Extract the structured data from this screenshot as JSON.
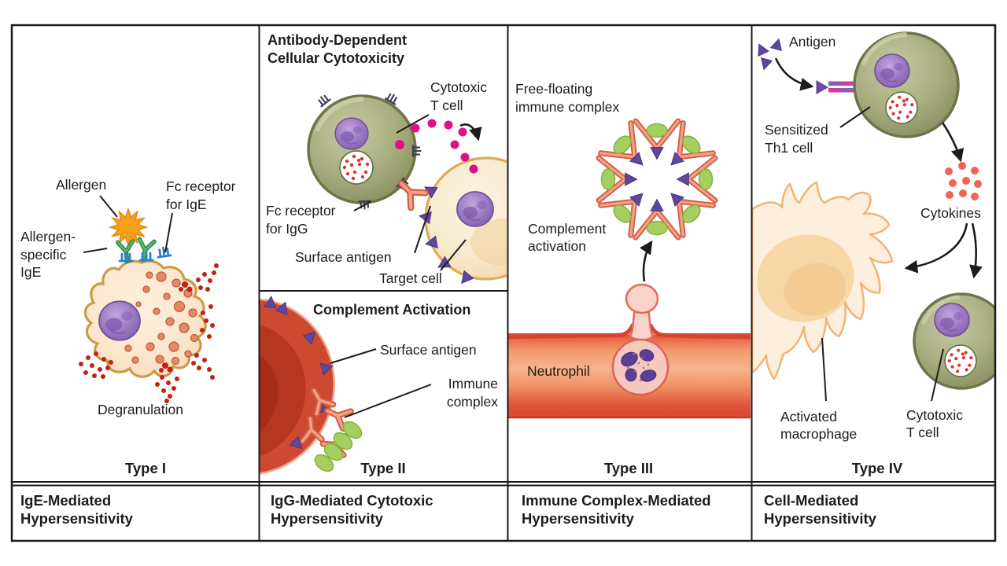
{
  "panel1": {
    "labels": {
      "allergen": "Allergen",
      "fc_receptor_line1": "Fc receptor",
      "fc_receptor_line2": "for IgE",
      "allergen_specific_line1": "Allergen-",
      "allergen_specific_line2": "specific",
      "allergen_specific_line3": "IgE",
      "degranulation": "Degranulation"
    },
    "type_label": "Type I",
    "footer_line1": "IgE-Mediated",
    "footer_line2": "Hypersensitivity"
  },
  "panel2": {
    "heading_line1": "Antibody-Dependent",
    "heading_line2": "Cellular Cytotoxicity",
    "subheading": "Complement Activation",
    "labels": {
      "cytotoxic_t_line1": "Cytotoxic",
      "cytotoxic_t_line2": "T cell",
      "fc_receptor_line1": "Fc receptor",
      "fc_receptor_line2": "for IgG",
      "surface_antigen_top": "Surface antigen",
      "target_cell": "Target cell",
      "surface_antigen_bottom": "Surface antigen",
      "immune_complex_line1": "Immune",
      "immune_complex_line2": "complex"
    },
    "type_label": "Type II",
    "footer_line1": "IgG-Mediated Cytotoxic",
    "footer_line2": "Hypersensitivity"
  },
  "panel3": {
    "labels": {
      "free_floating_line1": "Free-floating",
      "free_floating_line2": "immune complex",
      "complement_line1": "Complement",
      "complement_line2": "activation",
      "neutrophil": "Neutrophil"
    },
    "type_label": "Type III",
    "footer_line1": "Immune Complex-Mediated",
    "footer_line2": "Hypersensitivity"
  },
  "panel4": {
    "labels": {
      "antigen": "Antigen",
      "sensitized_line1": "Sensitized",
      "sensitized_line2": "Th1 cell",
      "cytokines": "Cytokines",
      "activated_line1": "Activated",
      "activated_line2": "macrophage",
      "cytotoxic_t_line1": "Cytotoxic",
      "cytotoxic_t_line2": "T cell"
    },
    "type_label": "Type IV",
    "footer_line1": "Cell-Mediated",
    "footer_line2": "Hypersensitivity"
  },
  "colors": {
    "text": "#1e1b1c",
    "border": "#1a1a1a",
    "t_cell_green": "#a9ae81",
    "t_cell_green_edge": "#6f7448",
    "nucleus_purple": "#9878bf",
    "antibody_salmon": "#f0876d",
    "antigen_purple": "#5f469f",
    "magenta_granule": "#df0f85",
    "mast_cell_cream": "#fbe8d1",
    "mast_cell_membrane_gold": "#c79d49",
    "mast_granule_salmon": "#e28a68",
    "histamine_red": "#c42016",
    "allergen_orange": "#f5a11c",
    "ige_green": "#3fa457",
    "fc_receptor_blue": "#2e7fc6",
    "target_cell_cream": "#f8e8cc",
    "target_cell_rim_gold": "#dcab55",
    "rbc_red": "#cd4a31",
    "vessel_salmon": "#f09468",
    "complement_green": "#a5cf5e",
    "neutrophil_pink": "#f8cfc8",
    "macrophage_peach": "#fdeedd",
    "macrophage_outline": "#f1b377",
    "cytokine_red": "#f26352"
  }
}
